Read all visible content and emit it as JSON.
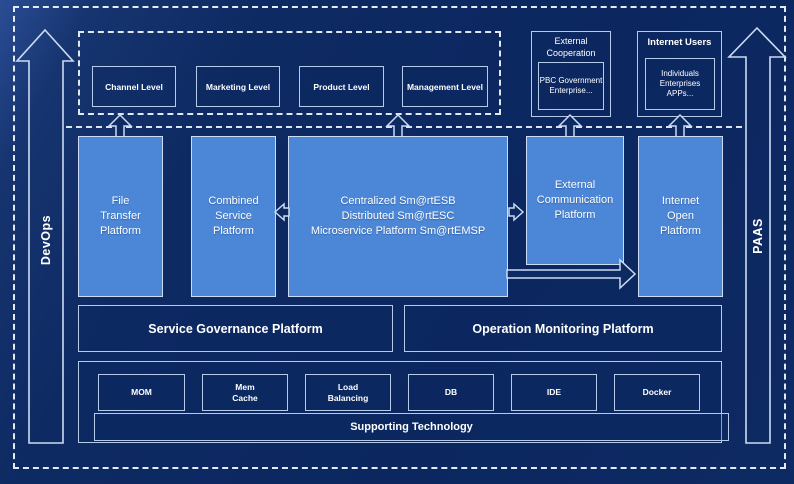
{
  "rails": {
    "devops": "DevOps",
    "paas": "PAAS"
  },
  "top": {
    "levels": [
      "Channel Level",
      "Marketing Level",
      "Product Level",
      "Management Level"
    ],
    "external_cooperation": {
      "title": "External\nCooperation",
      "members": "PBC Government\nEnterprise..."
    },
    "internet_users": {
      "title": "Internet Users",
      "members": "Individuals\nEnterprises\nAPPs..."
    }
  },
  "platforms": {
    "file_transfer": "File\nTransfer\nPlatform",
    "combined_service": "Combined\nService\nPlatform",
    "esb": "Centralized Sm@rtESB\nDistributed Sm@rtESC\nMicroservice Platform Sm@rtEMSP",
    "external_communication": "External\nCommunication\nPlatform",
    "internet_open": "Internet\nOpen\nPlatform"
  },
  "governance": {
    "service_governance": "Service Governance Platform",
    "operation_monitoring": "Operation Monitoring Platform"
  },
  "supporting": {
    "technologies": [
      "MOM",
      "Mem\nCache",
      "Load\nBalancing",
      "DB",
      "IDE",
      "Docker"
    ],
    "label": "Supporting Technology"
  },
  "colors": {
    "background": "#0e2a63",
    "platform_fill": "#4c87d7",
    "box_border": "#c9dbf2",
    "dashed_border": "#e3ebf7",
    "text": "#ffffff"
  }
}
